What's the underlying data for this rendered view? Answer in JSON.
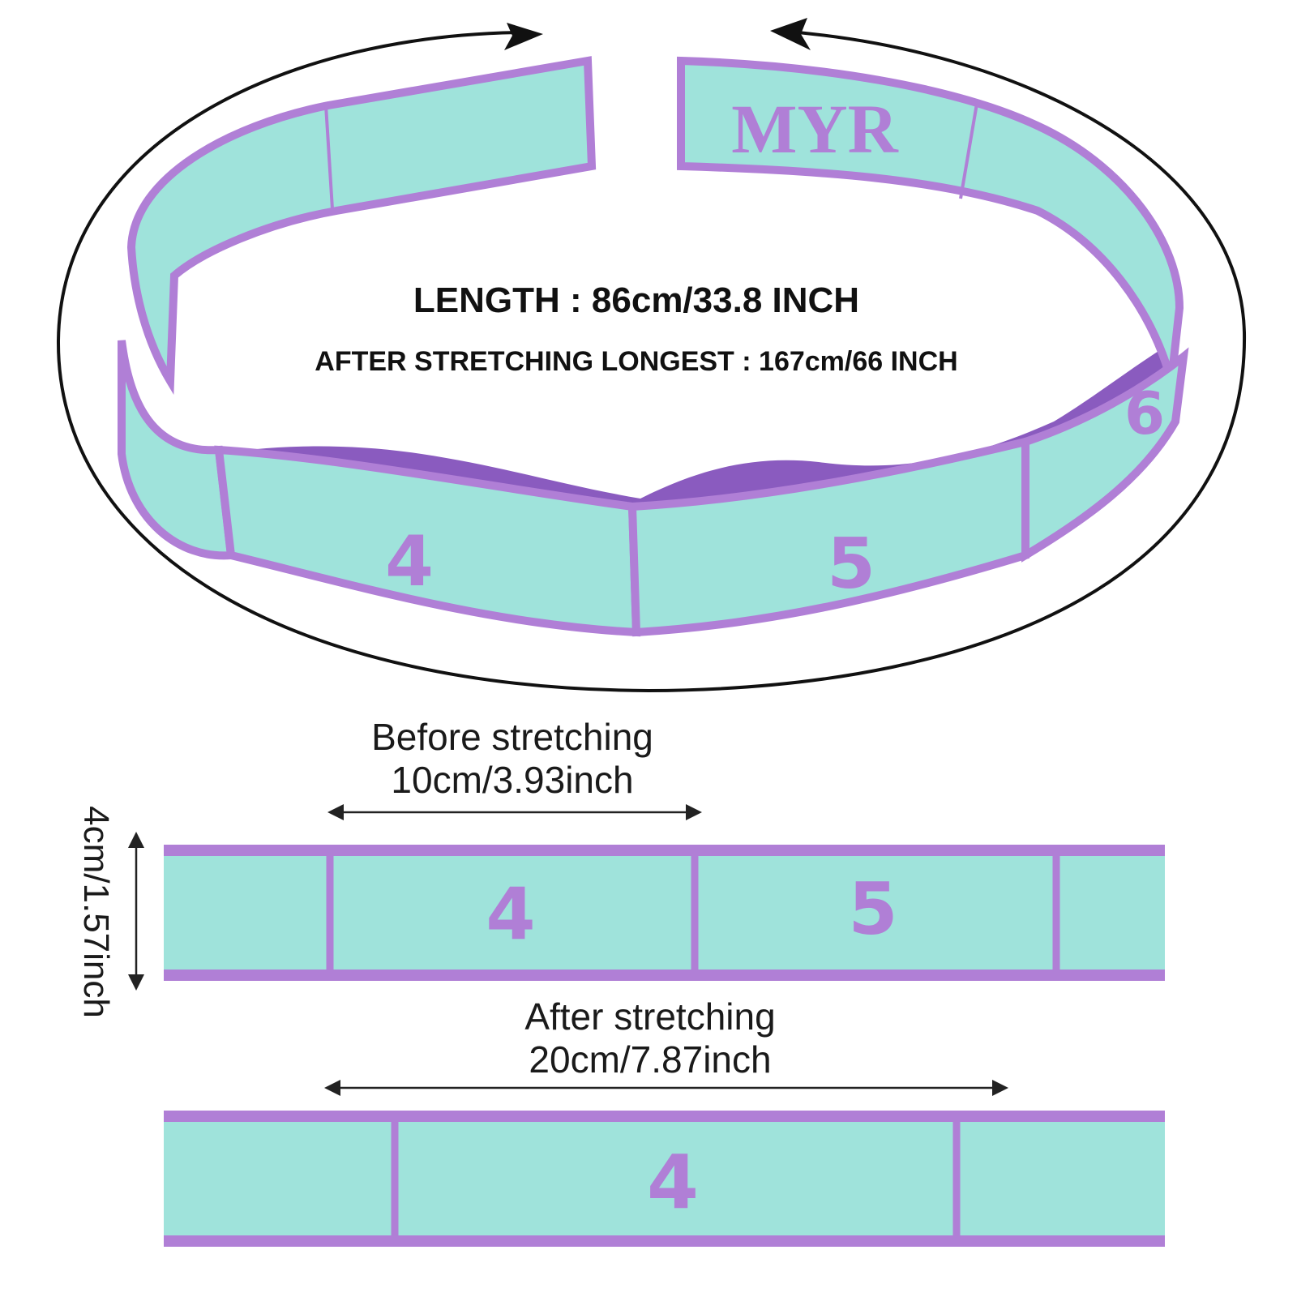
{
  "headline": {
    "length": "LENGTH : 86cm/33.8 INCH",
    "stretch_max": "AFTER STRETCHING LONGEST : 167cm/66 INCH"
  },
  "brand": "MYR",
  "loop_numbers": [
    "4",
    "5",
    "6"
  ],
  "before": {
    "label": "Before stretching",
    "value": "10cm/3.93inch",
    "numbers": [
      "4",
      "5"
    ]
  },
  "after": {
    "label": "After stretching",
    "value": "20cm/7.87inch",
    "number": "4"
  },
  "width_label": "4cm/1.57inch",
  "colors": {
    "band": "#9fe3db",
    "band_edge": "#b07fd6",
    "band_inner": "#8a5bbf",
    "number": "#b07fd6",
    "outline": "#111111"
  }
}
